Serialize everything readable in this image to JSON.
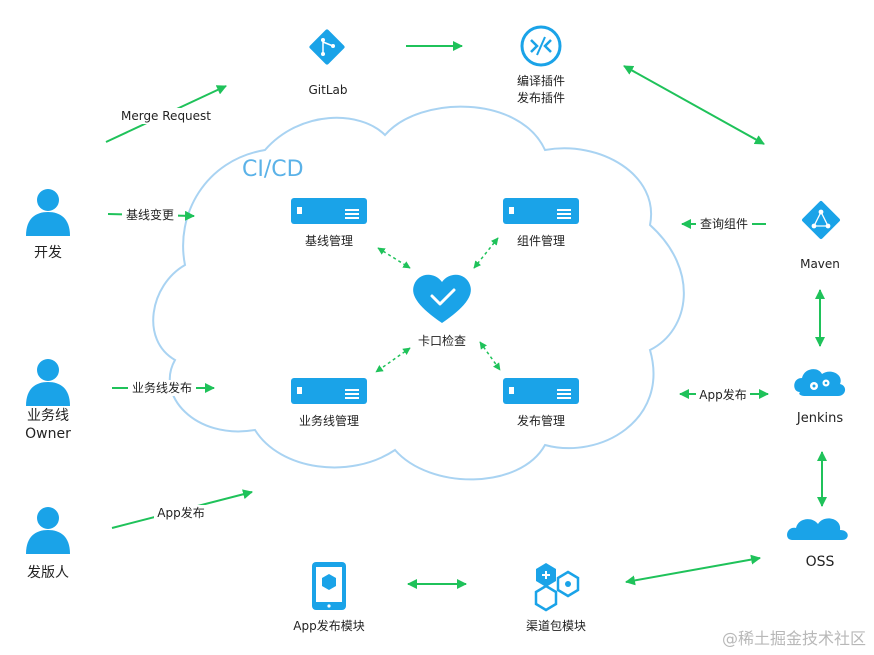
{
  "cloud": {
    "title": "CI/CD"
  },
  "nodes": {
    "gitlab": "GitLab",
    "plugins_line1": "编译插件",
    "plugins_line2": "发布插件",
    "maven": "Maven",
    "jenkins": "Jenkins",
    "oss": "OSS",
    "channel": "渠道包模块",
    "app_module": "App发布模块",
    "baseline_mgmt": "基线管理",
    "component_mgmt": "组件管理",
    "gate_check": "卡口检查",
    "bizline_mgmt": "业务线管理",
    "release_mgmt": "发布管理"
  },
  "actors": {
    "developer": "开发",
    "owner_line1": "业务线",
    "owner_line2": "Owner",
    "publisher": "发版人"
  },
  "edge_labels": {
    "merge_request": "Merge Request",
    "baseline_change": "基线变更",
    "bizline_release": "业务线发布",
    "app_release_left": "App发布",
    "query_component": "查询组件",
    "app_release_right": "App发布"
  },
  "watermark": "@稀土掘金技术社区",
  "colors": {
    "accent_blue": "#1aa3e8",
    "arrow_green": "#1fc25a",
    "cloud_stroke": "#a9d3f2"
  }
}
